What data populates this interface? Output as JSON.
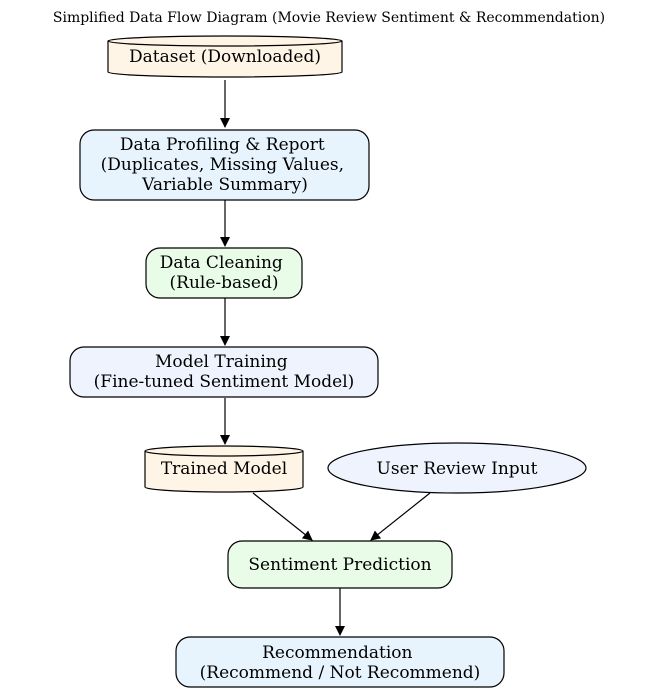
{
  "title": "Simplified Data Flow Diagram (Movie Review Sentiment & Recommendation)",
  "colors": {
    "cylinder_fill": "#fff5e6",
    "process_blue_fill": "#e8f4fd",
    "process_green_fill": "#e8fce8",
    "process_lavender_fill": "#eef3fd",
    "input_fill": "#eef3fd",
    "stroke": "#000000"
  },
  "nodes": {
    "dataset": {
      "shape": "cylinder",
      "lines": [
        "Dataset (Downloaded)"
      ]
    },
    "profiling": {
      "shape": "rounded-box",
      "lines": [
        "Data Profiling & Report",
        "(Duplicates, Missing Values,",
        "Variable Summary)"
      ]
    },
    "cleaning": {
      "shape": "rounded-box",
      "lines": [
        "Data Cleaning",
        "(Rule-based)"
      ]
    },
    "training": {
      "shape": "rounded-box",
      "lines": [
        "Model Training",
        "(Fine-tuned Sentiment Model)"
      ]
    },
    "trained_model": {
      "shape": "cylinder",
      "lines": [
        "Trained Model"
      ]
    },
    "user_input": {
      "shape": "ellipse",
      "lines": [
        "User Review Input"
      ]
    },
    "prediction": {
      "shape": "rounded-box",
      "lines": [
        "Sentiment Prediction"
      ]
    },
    "recommendation": {
      "shape": "rounded-box",
      "lines": [
        "Recommendation",
        "(Recommend / Not Recommend)"
      ]
    }
  },
  "edges": [
    {
      "from": "dataset",
      "to": "profiling"
    },
    {
      "from": "profiling",
      "to": "cleaning"
    },
    {
      "from": "cleaning",
      "to": "training"
    },
    {
      "from": "training",
      "to": "trained_model"
    },
    {
      "from": "trained_model",
      "to": "prediction"
    },
    {
      "from": "user_input",
      "to": "prediction"
    },
    {
      "from": "prediction",
      "to": "recommendation"
    }
  ]
}
